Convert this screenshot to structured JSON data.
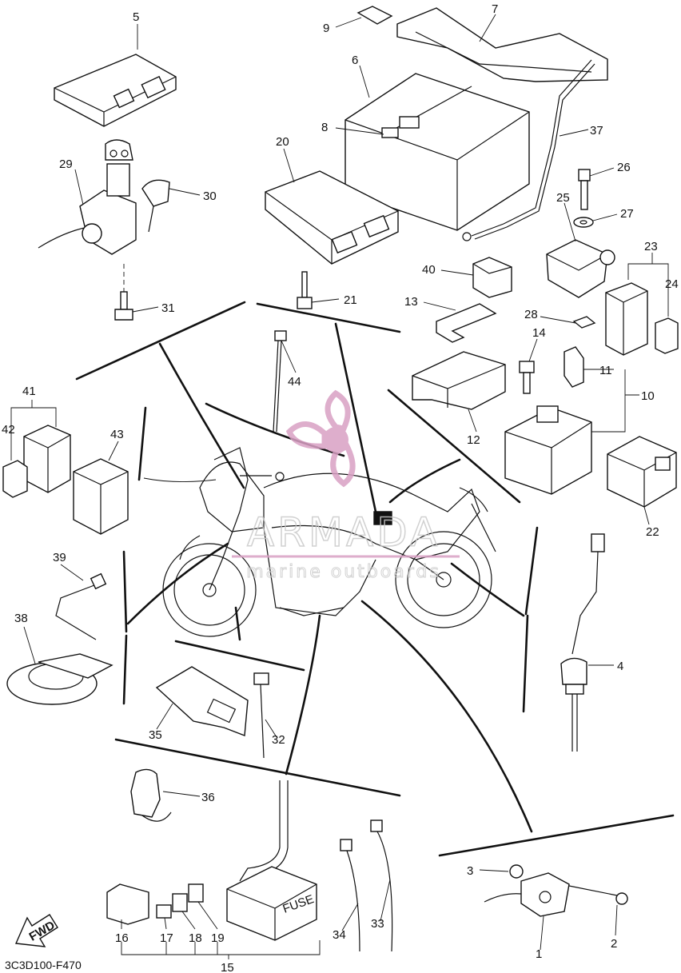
{
  "diagram": {
    "code": "3C3D100-F470",
    "fwd_label": "FWD",
    "fuse_label": "FUSE",
    "watermark": {
      "brand": "ARMADA",
      "sub": "marine outboards",
      "color": "#d9a0c4"
    },
    "callouts": [
      "1",
      "2",
      "3",
      "4",
      "5",
      "6",
      "7",
      "8",
      "9",
      "10",
      "11",
      "12",
      "13",
      "14",
      "15",
      "16",
      "17",
      "18",
      "19",
      "20",
      "21",
      "22",
      "23",
      "24",
      "25",
      "26",
      "27",
      "28",
      "29",
      "30",
      "31",
      "32",
      "33",
      "34",
      "35",
      "36",
      "37",
      "38",
      "39",
      "40",
      "41",
      "42",
      "43",
      "44"
    ]
  }
}
